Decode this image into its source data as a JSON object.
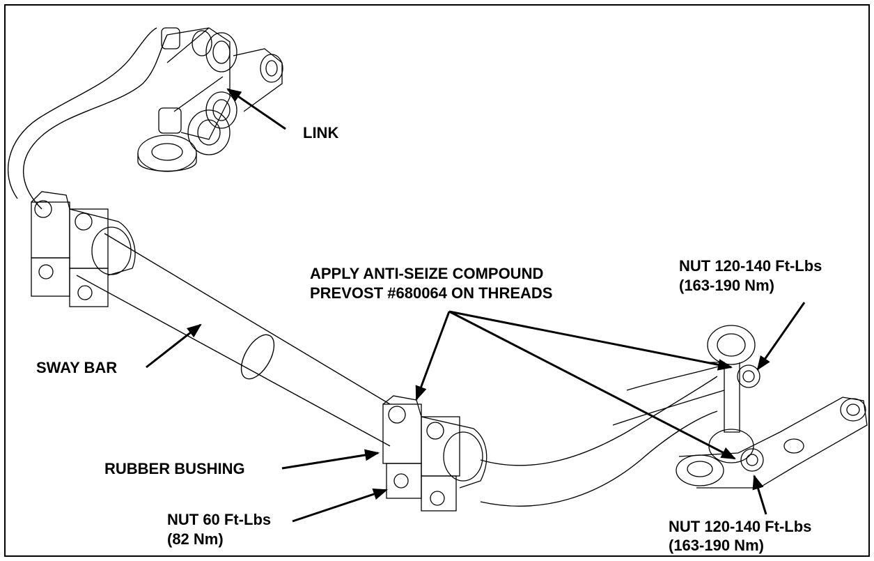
{
  "labels": {
    "link": "LINK",
    "sway_bar": "SWAY BAR",
    "rubber_bushing": "RUBBER BUSHING",
    "anti_seize_line1": "APPLY ANTI-SEIZE COMPOUND",
    "anti_seize_line2": "PREVOST #680064 ON THREADS",
    "nut_top_line1": "NUT 120-140 Ft-Lbs",
    "nut_top_line2": "(163-190 Nm)",
    "nut_bottom_line1": "NUT 120-140 Ft-Lbs",
    "nut_bottom_line2": "(163-190 Nm)",
    "nut_60_line1": "NUT 60 Ft-Lbs",
    "nut_60_line2": "(82 Nm)"
  },
  "colors": {
    "line": "#000000",
    "background": "#ffffff",
    "hidden_line": "#888888"
  }
}
